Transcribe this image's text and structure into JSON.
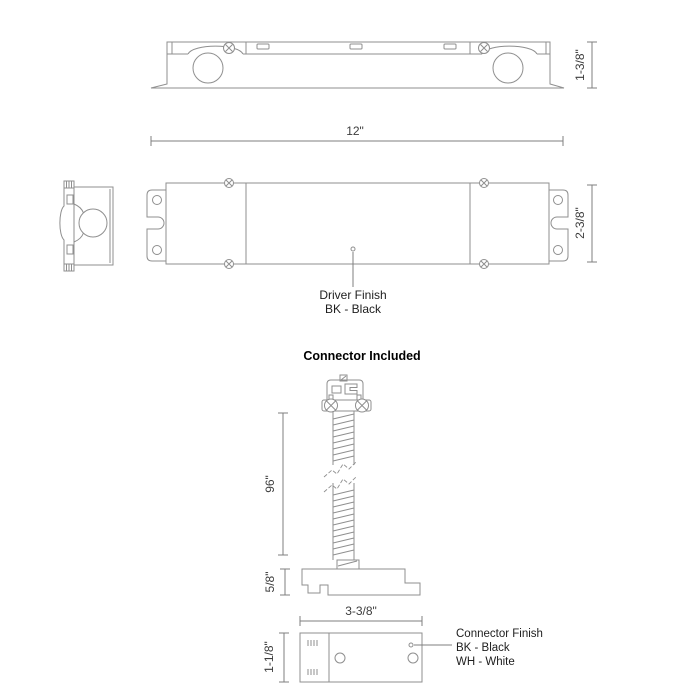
{
  "colors": {
    "background": "#ffffff",
    "line": "#8f8f8f",
    "dim_line": "#7f7f7f",
    "text": "#3d3d3d",
    "label": "#1e1e1e",
    "heading": "#000000"
  },
  "top_view": {
    "length_dim": "12\"",
    "height_dim": "1-3/8\""
  },
  "front_view": {
    "width_dim": "2-3/8\"",
    "finish_label": [
      "Driver Finish",
      "BK - Black"
    ]
  },
  "connector": {
    "heading": "Connector Included",
    "cable_length_dim": "96\"",
    "base_height_dim": "5/8\"",
    "base_length_dim": "3-3/8\"",
    "base_width_dim": "1-1/8\"",
    "finish_label": [
      "Connector Finish",
      "BK - Black",
      "WH - White"
    ]
  }
}
